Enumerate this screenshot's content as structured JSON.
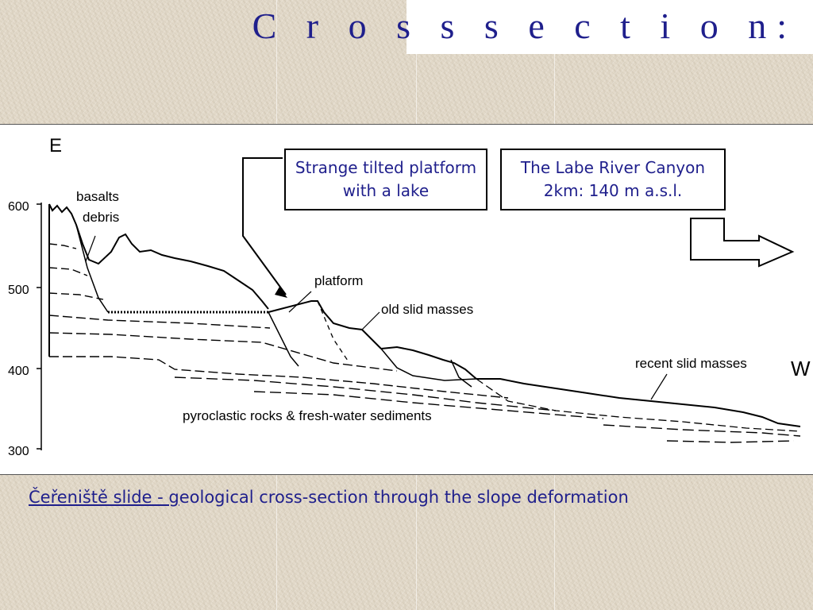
{
  "slide": {
    "title": "C r o s s   s e c t i o n:",
    "caption_lead": "Čeřeniště slide - g",
    "caption_rest": "eological cross-section through the slope deformation"
  },
  "callouts": {
    "platform_lake": "Strange tilted platform with a lake",
    "canyon_line1": "The Labe River Canyon",
    "canyon_line2": "2km: 140 m a.s.l."
  },
  "diagram": {
    "label_east": "E",
    "label_west": "W",
    "y_ticks": [
      "600",
      "500",
      "400",
      "300"
    ],
    "label_basalts": "basalts",
    "label_debris": "debris",
    "label_platform": "platform",
    "label_old_slid": "old slid masses",
    "label_recent_slid": "recent slid masses",
    "label_pyroclastic": "pyroclastic rocks & fresh-water sediments"
  },
  "colors": {
    "accent_blue": "#1f1f8c",
    "background_paper": "#e2d9c9"
  }
}
